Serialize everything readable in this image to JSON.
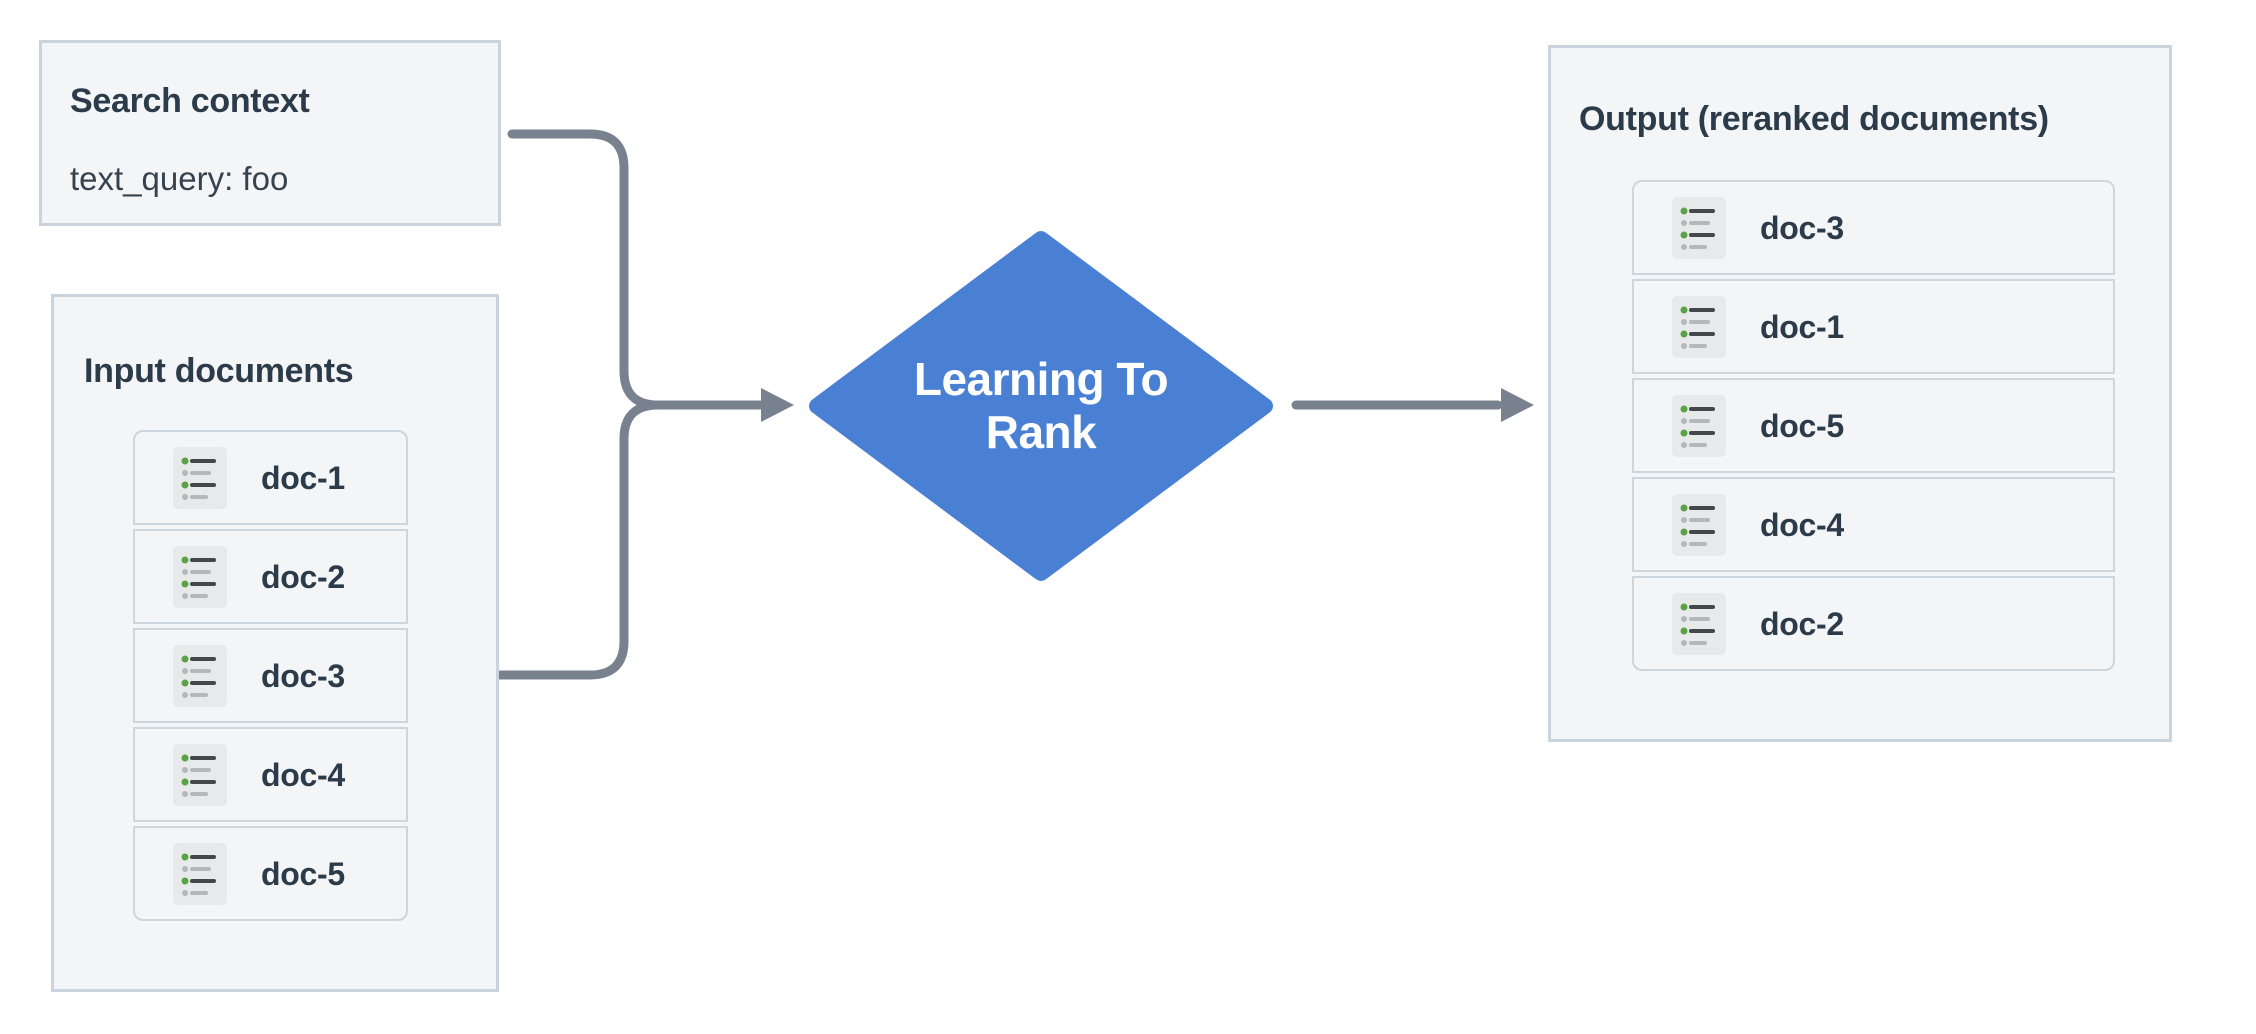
{
  "page": {
    "background": "#ffffff"
  },
  "colors": {
    "node_fill": "#f3f5f7",
    "node_border": "#c9d4de",
    "row_border": "#ccd6df",
    "text": "#2c3b4a",
    "diamond_fill": "#4a80d4",
    "diamond_text": "#ffffff",
    "arrow": "#78828e",
    "icon_bg": "#e8e9ea",
    "icon_green": "#5aa344",
    "icon_dark": "#44484c",
    "icon_gray": "#b5b8ba"
  },
  "search_context": {
    "title": "Search context",
    "query": "text_query: foo"
  },
  "input_documents": {
    "title": "Input documents",
    "docs": [
      "doc-1",
      "doc-2",
      "doc-3",
      "doc-4",
      "doc-5"
    ]
  },
  "process": {
    "line1": "Learning To",
    "line2": "Rank"
  },
  "output": {
    "title": "Output (reranked documents)",
    "docs": [
      "doc-3",
      "doc-1",
      "doc-5",
      "doc-4",
      "doc-2"
    ]
  }
}
